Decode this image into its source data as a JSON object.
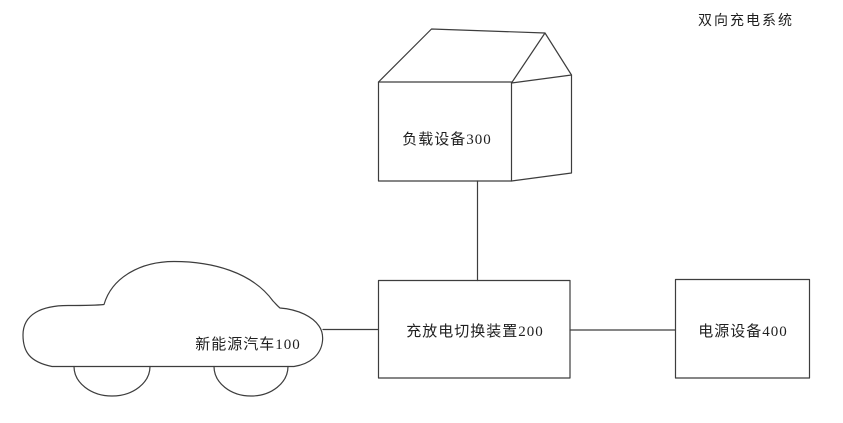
{
  "meta": {
    "background_color": "#ffffff",
    "line_color": "#3d3d3d",
    "text_color": "#1f1f1f"
  },
  "diagram": {
    "title": "双向充电系统",
    "nodes": {
      "vehicle": {
        "label": "新能源汽车100",
        "shape": "car"
      },
      "switch_device": {
        "label": "充放电切换装置200",
        "shape": "rectangle"
      },
      "load_device": {
        "label": "负载设备300",
        "shape": "house"
      },
      "power_device": {
        "label": "电源设备400",
        "shape": "rectangle"
      }
    },
    "connections": [
      {
        "from": "load_device",
        "to": "switch_device"
      },
      {
        "from": "vehicle",
        "to": "switch_device"
      },
      {
        "from": "switch_device",
        "to": "power_device"
      }
    ]
  }
}
